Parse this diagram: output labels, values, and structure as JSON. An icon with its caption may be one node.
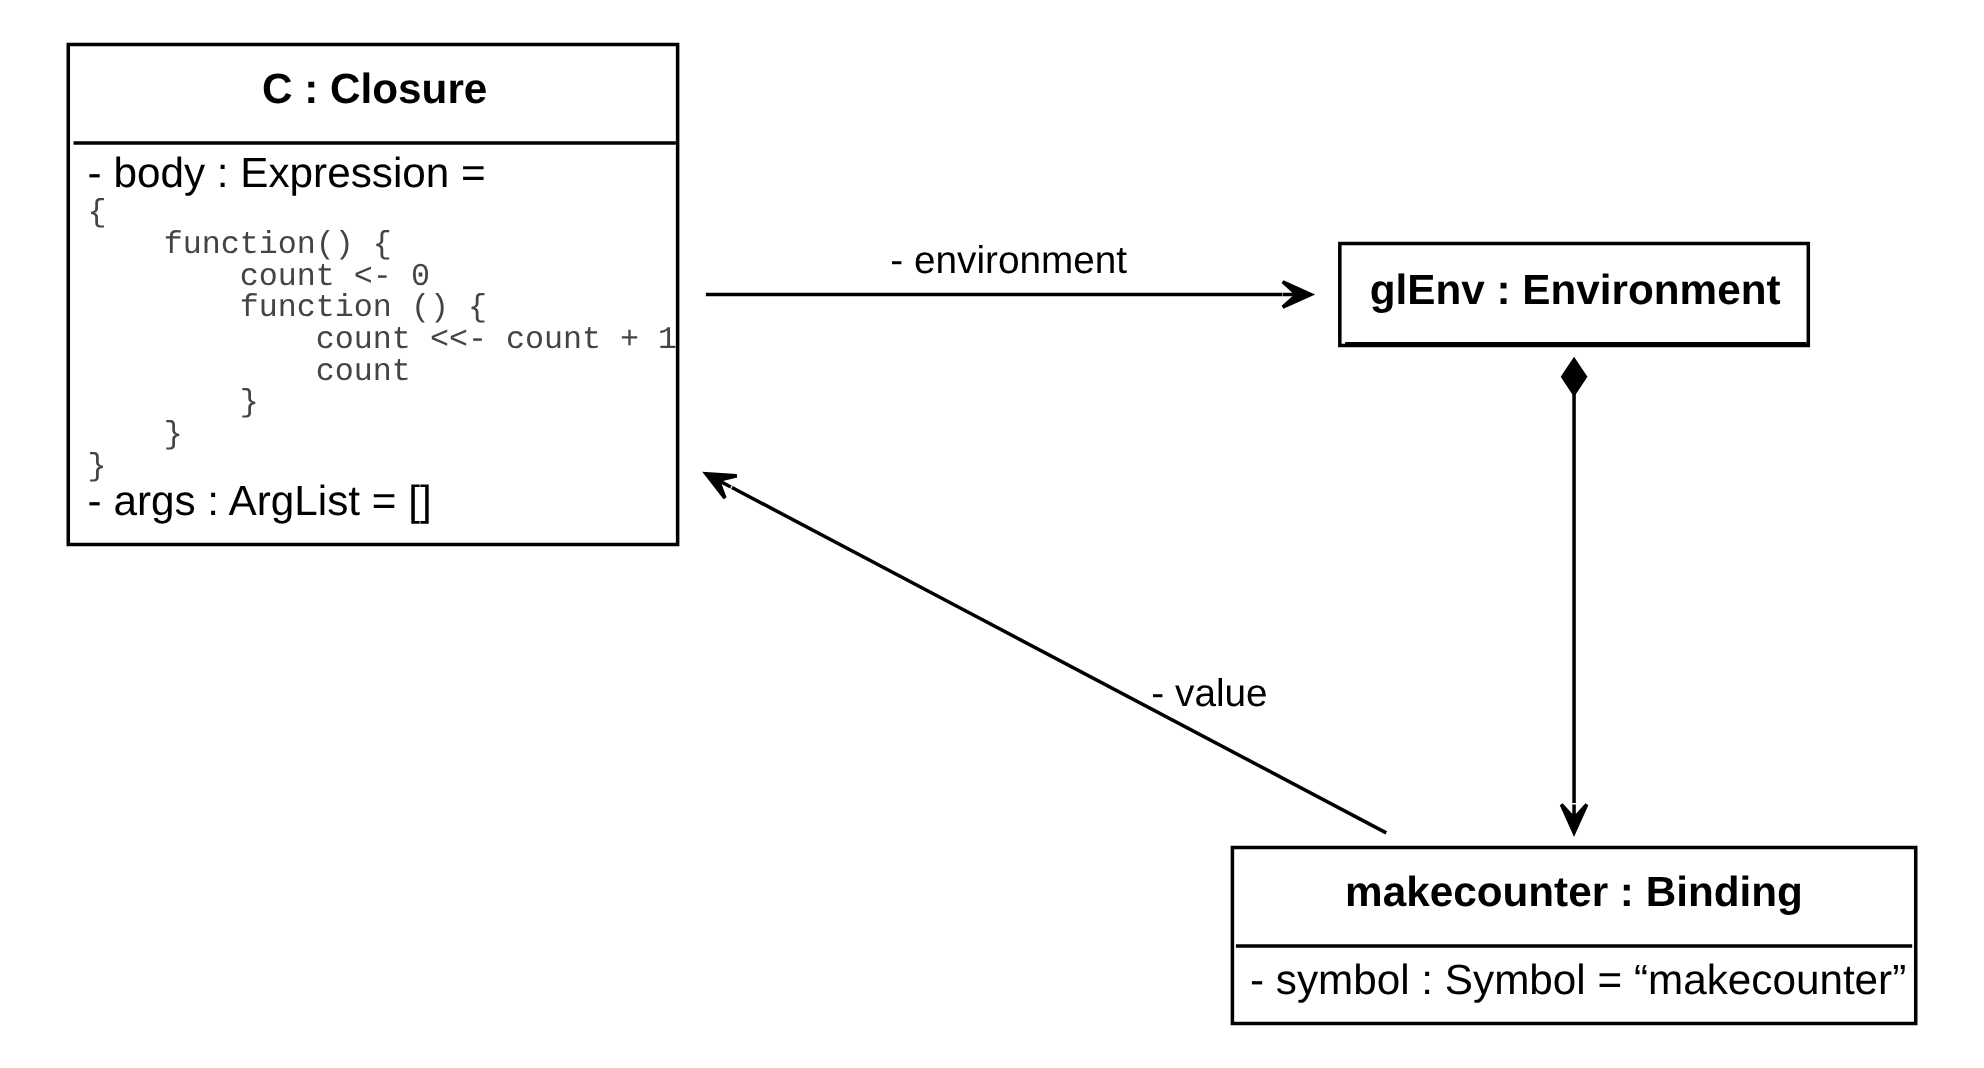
{
  "diagram": {
    "nodes": [
      {
        "text": [
          "C : Closure",
          "- body : Expression =",
          "{",
          "  function() {",
          "    count <- 0",
          "    function () {",
          "      count <<- count + 1",
          "      count",
          "    }",
          "  }",
          "}",
          "- args : ArgList = []"
        ]
      },
      {
        "text": [
          "glEnv : Environment"
        ]
      },
      {
        "text": [
          "makecounter : Binding",
          "- symbol : Symbol = “makecounter”"
        ]
      }
    ],
    "edges": [
      {
        "from": 0,
        "to": 1,
        "arrow": "to",
        "label": "- environment"
      },
      {
        "from": 2,
        "to": 0,
        "arrow": "to",
        "label": "- value"
      },
      {
        "from": 1,
        "to": 2,
        "arrow": "to"
      }
    ]
  }
}
